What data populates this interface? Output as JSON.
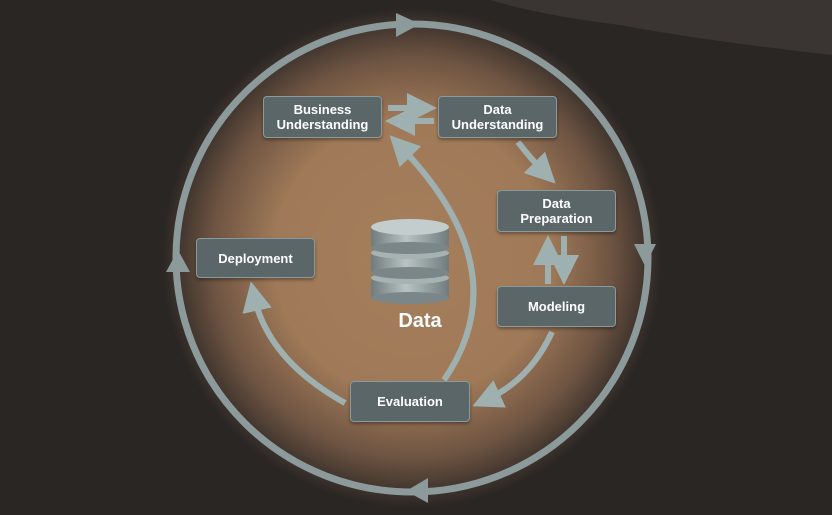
{
  "colors": {
    "background": "#2a2624",
    "glow": "#a57e5c",
    "cycle_arrow": "#8c9a9b",
    "inner_arrow": "#9fb0b1",
    "box_fill": "#5b6668",
    "box_border": "#8b9a9c",
    "text": "#ffffff"
  },
  "phases": {
    "business_understanding": "Business\nUnderstanding",
    "data_understanding": "Data\nUnderstanding",
    "data_preparation": "Data\nPreparation",
    "modeling": "Modeling",
    "evaluation": "Evaluation",
    "deployment": "Deployment"
  },
  "center": {
    "icon": "database-icon",
    "label": "Data"
  }
}
